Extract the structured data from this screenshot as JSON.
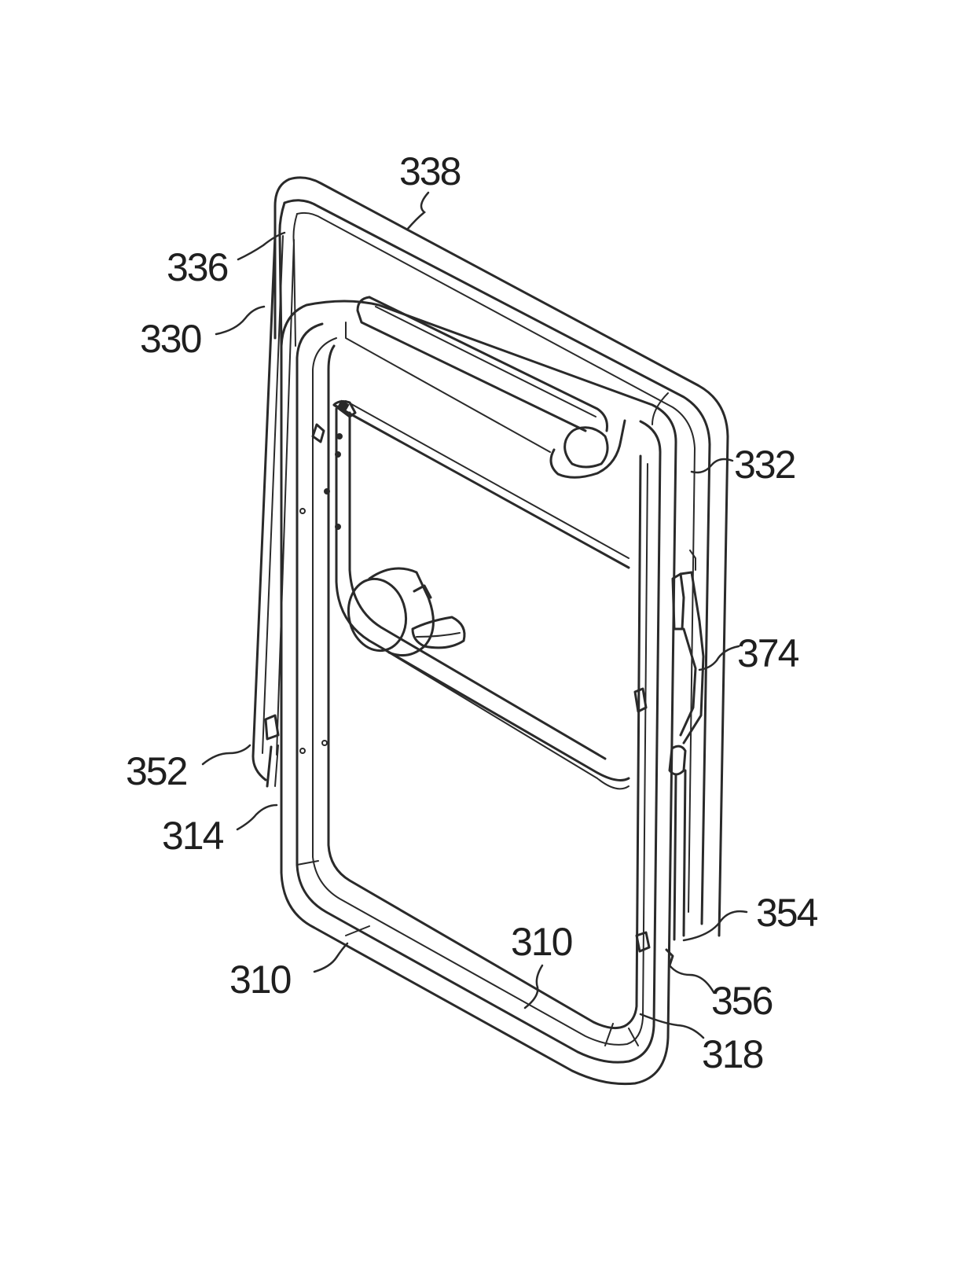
{
  "figure": {
    "labels": {
      "l338": "338",
      "l336": "336",
      "l330": "330",
      "l332": "332",
      "l374": "374",
      "l352": "352",
      "l314": "314",
      "l354": "354",
      "l310a": "310",
      "l310b": "310",
      "l356": "356",
      "l318": "318"
    }
  },
  "colors": {
    "ink": "#2a2a2a",
    "background": "#ffffff"
  }
}
